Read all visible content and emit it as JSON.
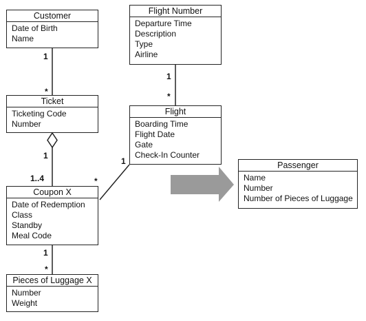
{
  "classes": {
    "customer": {
      "name": "Customer",
      "attributes": [
        "Date of Birth",
        "Name"
      ]
    },
    "ticket": {
      "name": "Ticket",
      "attributes": [
        "Ticketing Code",
        "Number"
      ]
    },
    "coupon": {
      "name": "Coupon X",
      "attributes": [
        "Date of Redemption",
        "Class",
        "Standby",
        "Meal Code"
      ]
    },
    "luggage": {
      "name": "Pieces of Luggage X",
      "attributes": [
        "Number",
        "Weight"
      ]
    },
    "flight_number": {
      "name": "Flight Number",
      "attributes": [
        "Departure Time",
        "Description",
        "Type",
        "Airline"
      ]
    },
    "flight": {
      "name": "Flight",
      "attributes": [
        "Boarding Time",
        "Flight Date",
        "Gate",
        "Check-In Counter"
      ]
    },
    "passenger": {
      "name": "Passenger",
      "attributes": [
        "Name",
        "Number",
        "Number of Pieces of Luggage"
      ]
    }
  },
  "multiplicities": {
    "customer_ticket_top": "1",
    "customer_ticket_bottom": "*",
    "ticket_coupon_top": "1",
    "ticket_coupon_bottom": "1..4",
    "coupon_luggage_top": "1",
    "coupon_luggage_bottom": "*",
    "flightnumber_flight_top": "1",
    "flightnumber_flight_bottom": "*",
    "flight_coupon_flight_end": "1",
    "flight_coupon_coupon_end": "*"
  },
  "colors": {
    "line": "#222222",
    "arrow": "#9a9a9a"
  }
}
